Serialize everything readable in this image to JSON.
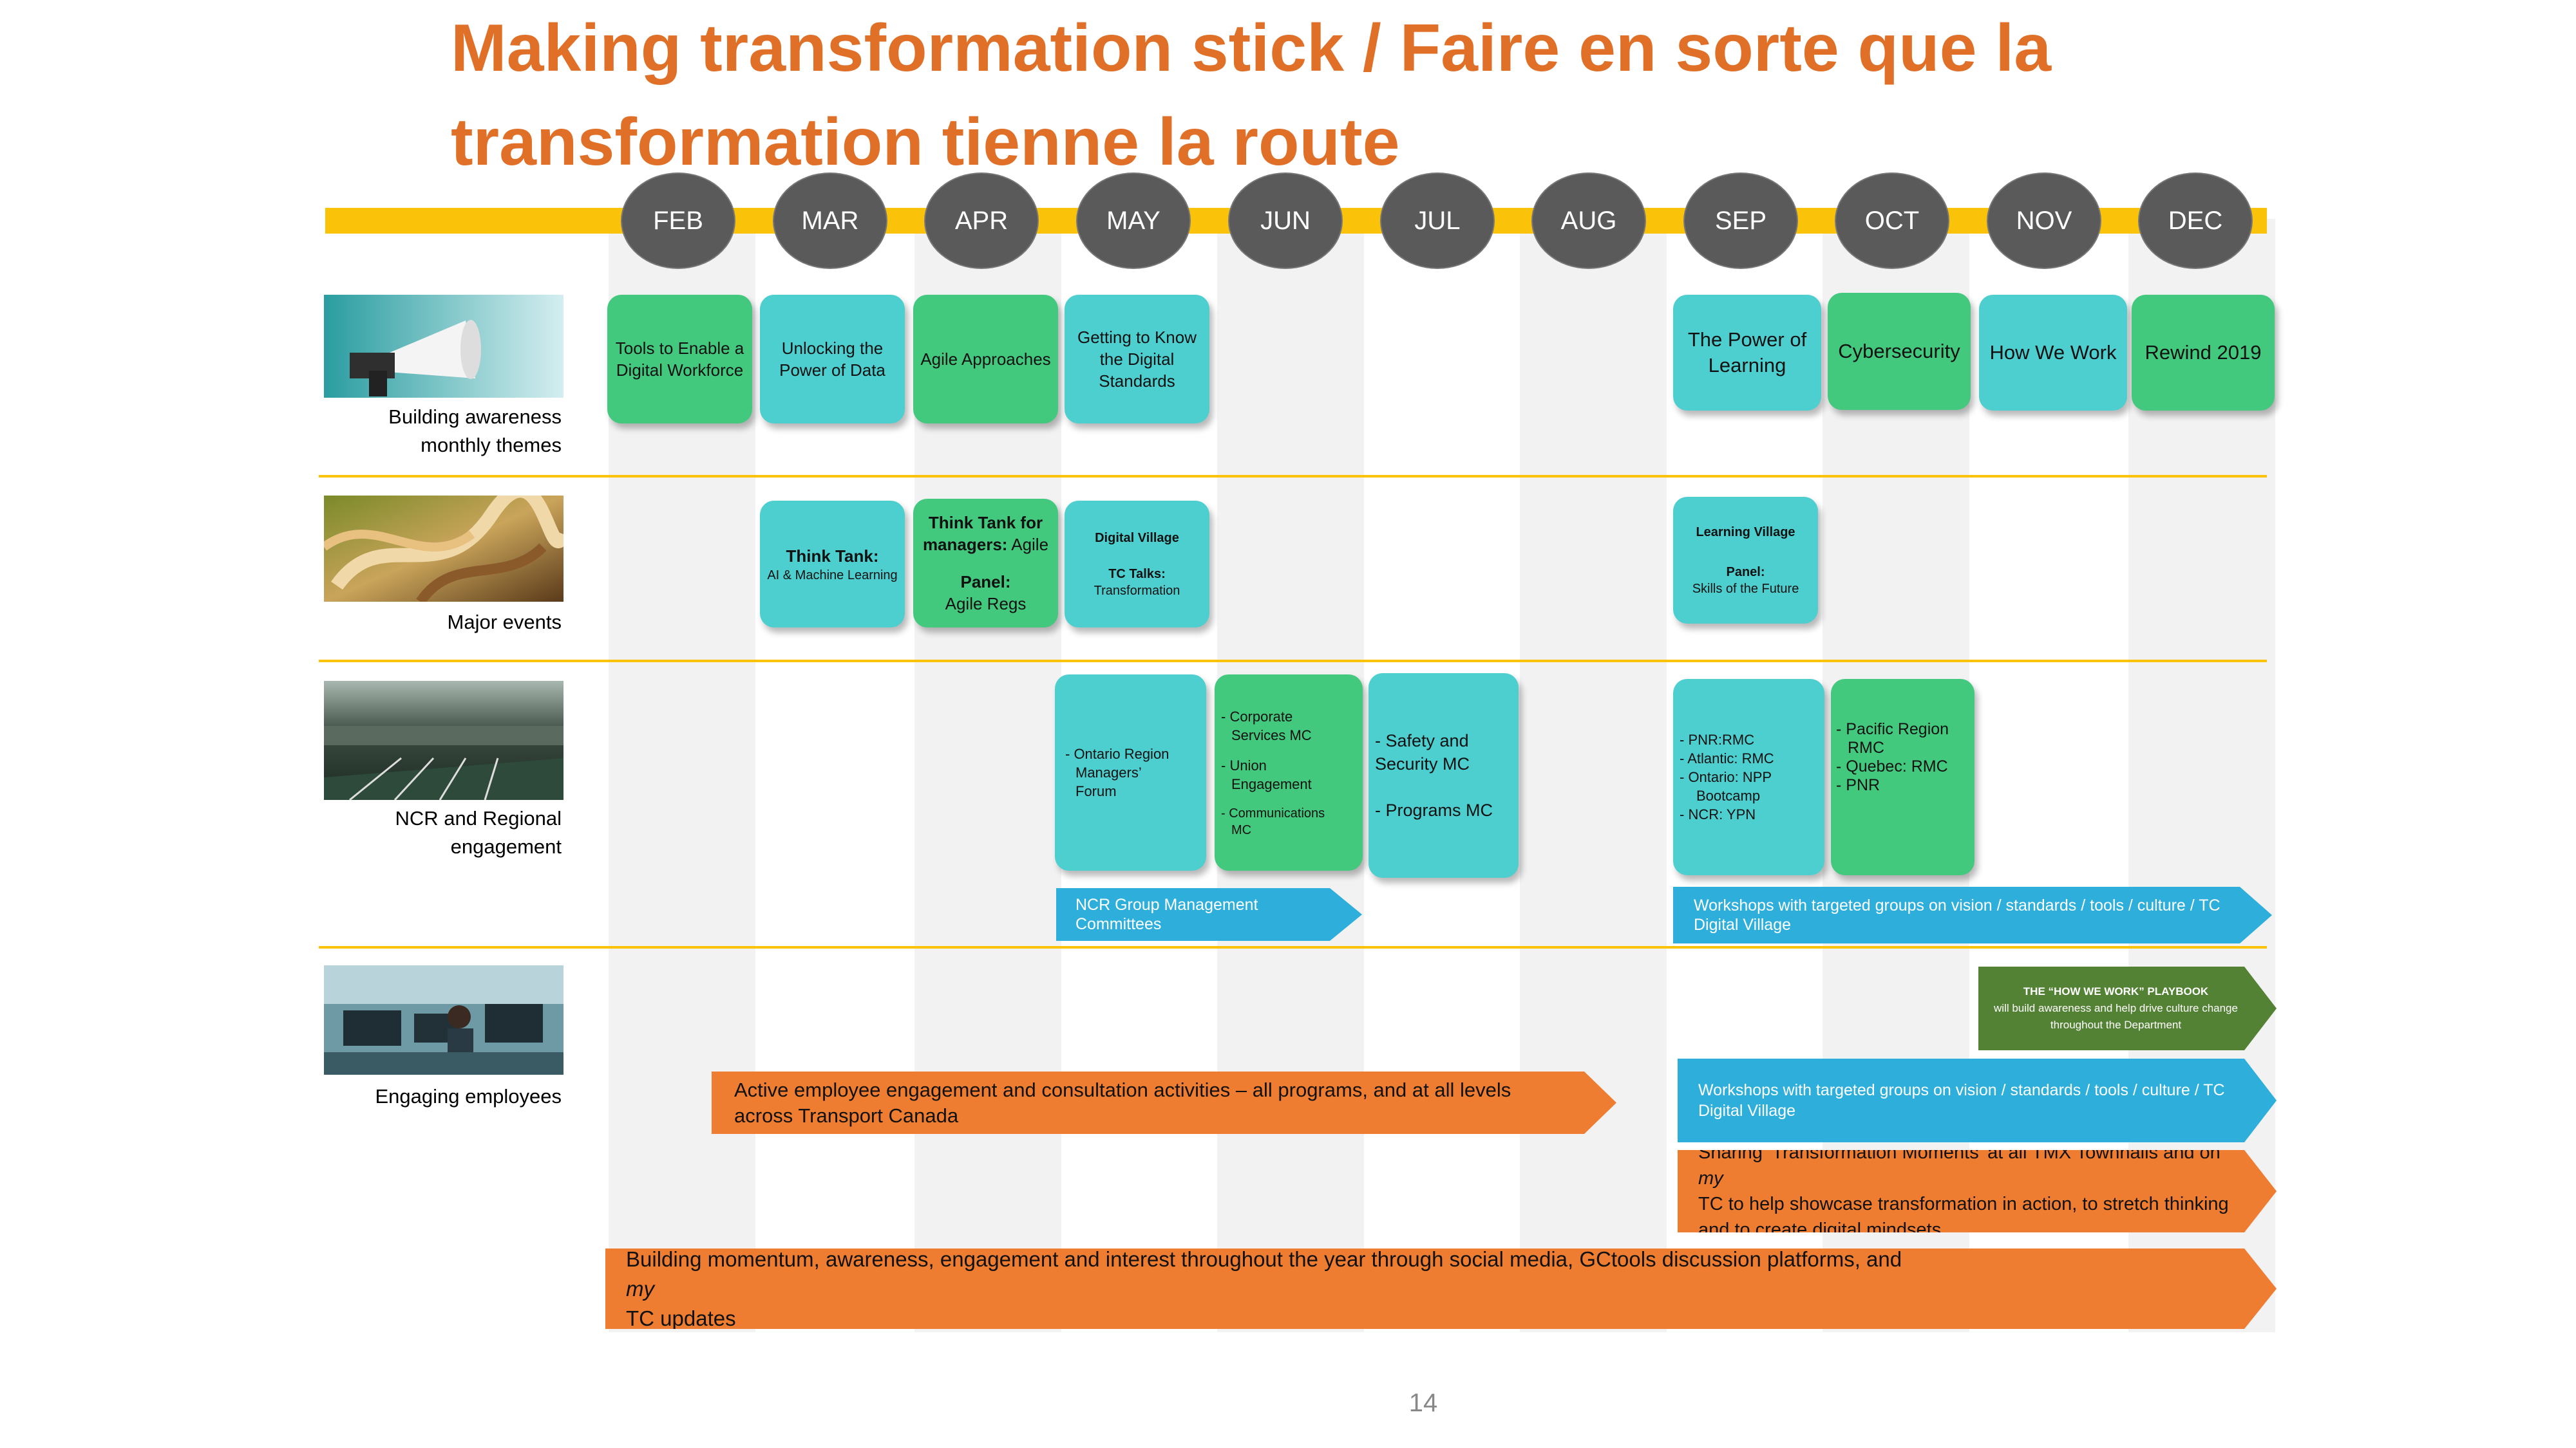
{
  "title": "Making transformation stick  / Faire en sorte que la transformation tienne la route",
  "months": [
    "FEB",
    "MAR",
    "APR",
    "MAY",
    "JUN",
    "JUL",
    "AUG",
    "SEP",
    "OCT",
    "NOV",
    "DEC"
  ],
  "rows": {
    "awareness": {
      "label_line1": "Building awareness",
      "label_line2": "monthly themes",
      "image_icon": "megaphone-photo"
    },
    "events": {
      "label": "Major events",
      "image_icon": "abstract-ribbons-photo"
    },
    "regional": {
      "label_line1": "NCR and Regional",
      "label_line2": "engagement",
      "image_icon": "stadium-track-photo"
    },
    "employees": {
      "label": "Engaging employees",
      "image_icon": "office-workers-photo"
    }
  },
  "themes": {
    "feb": "Tools to Enable a Digital Workforce",
    "mar": "Unlocking the Power of Data",
    "apr": "Agile Approaches",
    "may": "Getting to Know the Digital Standards",
    "sep": "The Power of Learning",
    "oct": "Cybersecurity",
    "nov": "How We Work",
    "dec": "Rewind 2019"
  },
  "events": {
    "mar_title": "Think Tank:",
    "mar_sub": "AI & Machine Learning",
    "apr_title": "Think Tank for managers:",
    "apr_title_rest": " Agile",
    "apr_panel": "Panel:",
    "apr_panel_sub": "Agile Regs",
    "may_title": "Digital Village",
    "may_talks": "TC Talks:",
    "may_talks_sub": "Transformation",
    "sep_title": "Learning Village",
    "sep_panel": "Panel:",
    "sep_panel_sub": "Skills of the Future"
  },
  "regional": {
    "may": [
      "- Ontario Region",
      "Managers’",
      "Forum"
    ],
    "jun_a": [
      "- Corporate",
      "Services MC"
    ],
    "jun_b": [
      "- Union",
      "Engagement"
    ],
    "jun_c": [
      "- Communications",
      "MC"
    ],
    "jul_a": "- Safety and Security MC",
    "jul_b": "- Programs MC",
    "sep": [
      "- PNR:RMC",
      "- Atlantic: RMC",
      "-  Ontario: NPP",
      "Bootcamp",
      "-  NCR: YPN"
    ],
    "oct": [
      "- Pacific Region",
      "RMC",
      "- Quebec: RMC",
      "- PNR"
    ],
    "ncr_group": "NCR Group Management Committees",
    "workshops": "Workshops with targeted groups on vision / standards / tools / culture / TC Digital Village"
  },
  "employees": {
    "playbook_bold": "THE “HOW WE WORK” PLAYBOOK",
    "playbook_rest": " will build awareness and help drive culture change throughout the Department",
    "active": "Active employee engagement and consultation activities – all programs, and at all levels across Transport Canada",
    "workshops": "Workshops with targeted groups on vision / standards / tools / culture / TC Digital Village",
    "sharing_a": "Sharing ‘Transformation Moments’ at all TMX Townhalls and on ",
    "sharing_my": "my",
    "sharing_b": "TC to help showcase transformation in action, to stretch thinking and to create digital mindsets",
    "momentum_a": "Building momentum, awareness, engagement and interest throughout the year through social media, GCtools discussion platforms, and ",
    "momentum_my": "my",
    "momentum_b": "TC updates"
  },
  "page_number": "14",
  "colors": {
    "title": "#E07028",
    "yellow": "#FBC20A",
    "teal": "#4ECFCF",
    "green": "#43C97E",
    "orange": "#EE7D31",
    "blue": "#2EAFDB",
    "dark_green": "#548235",
    "month_circle": "#5A5A5A"
  }
}
